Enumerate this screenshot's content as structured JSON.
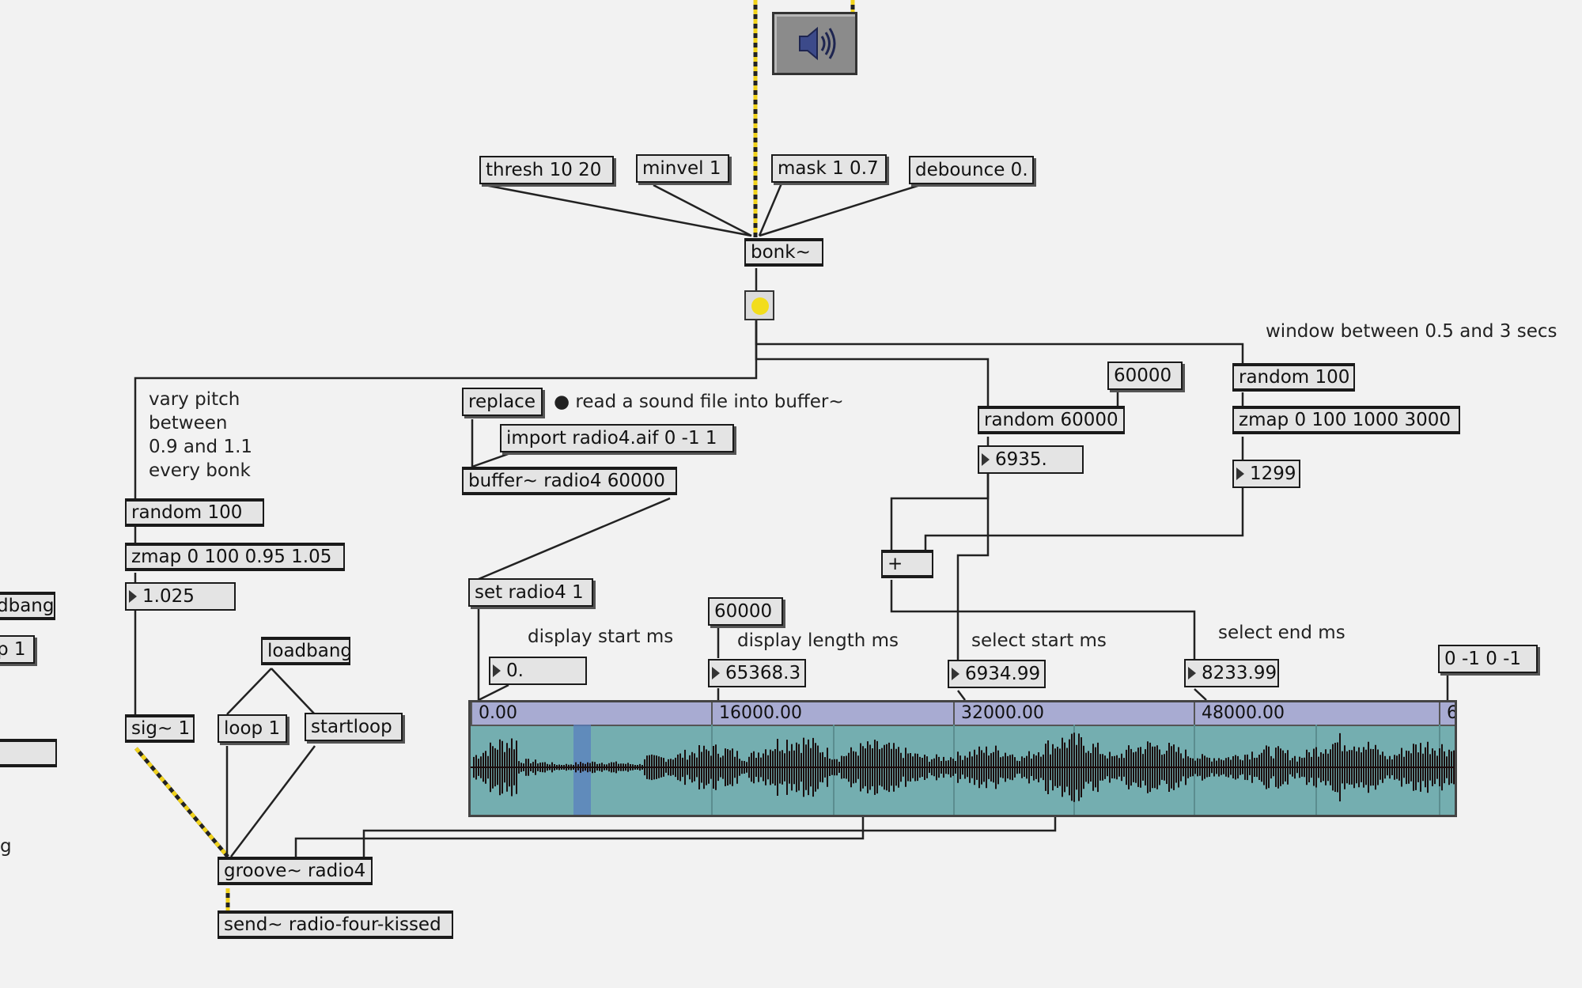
{
  "objects": {
    "thresh": "thresh 10 20",
    "minvel": "minvel 1",
    "mask": "mask 1 0.7",
    "debounce": "debounce 0.",
    "bonk": "bonk~",
    "random_left": "random 100",
    "zmap_left": "zmap 0 100 0.95 1.05",
    "num_pitch": "1.025",
    "sig": "sig~ 1",
    "loadbang": "loadbang",
    "loop": "loop 1",
    "startloop": "startloop",
    "groove": "groove~ radio4",
    "send": "send~ radio-four-kissed",
    "replace": "replace",
    "import": "import radio4.aif 0 -1 1",
    "buffer": "buffer~ radio4 60000",
    "set": "set radio4 1",
    "num_display_start": "0.",
    "msg_60000_display": "60000",
    "num_display_length": "65368.3",
    "msg_60000_random": "60000",
    "random_60000": "random 60000",
    "num_random_out": "6935.",
    "plus": "+",
    "num_select_start": "6934.99",
    "random_right": "random 100",
    "zmap_right": "zmap 0 100 1000 3000",
    "num_window": "1299",
    "num_select_end": "8233.99",
    "msg_reset": "0 -1 0 -1",
    "left_partial_1": "dbang",
    "left_partial_2": "p 1",
    "left_partial_4": "g"
  },
  "comments": {
    "read_sound": "● read a sound file into buffer~",
    "vary_pitch": "vary pitch\nbetween\n0.9 and 1.1\nevery bonk",
    "window": "window between 0.5 and 3 secs",
    "display_start": "display start ms",
    "display_length": "display length ms",
    "select_start": "select start ms",
    "select_end": "select end ms"
  },
  "waveform": {
    "ticks": [
      "0.00",
      "16000.00",
      "32000.00",
      "48000.00",
      "6"
    ],
    "selection_start_ms": 6934.99,
    "selection_end_ms": 8233.99,
    "display_length_ms": 65368.3
  },
  "icons": {
    "dac": "speaker-icon",
    "bang": "bang-indicator"
  },
  "colors": {
    "signal_patchcord": "#f0d21c",
    "waveform_bg": "#74aeb0",
    "ruler_bg": "#a8abd2",
    "bang": "#f2dd1c"
  }
}
